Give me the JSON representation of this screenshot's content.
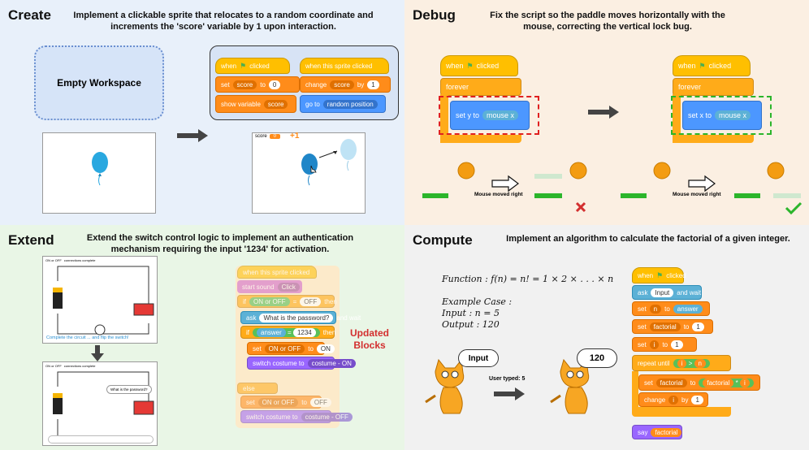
{
  "create": {
    "title": "Create",
    "desc": "Implement a clickable sprite that relocates to a random coordinate and increments the 'score' variable by 1 upon interaction.",
    "empty_workspace": "Empty Workspace",
    "script1": {
      "hat": "when",
      "hat2": "clicked",
      "set": "set",
      "var": "score",
      "to": "to",
      "val": "0",
      "show": "show variable",
      "showvar": "score"
    },
    "script2": {
      "hat": "when this sprite clicked",
      "change": "change",
      "var": "score",
      "by": "by",
      "val": "1",
      "goto": "go to",
      "pos": "random position"
    },
    "stage_score_label": "score",
    "stage_score_val": "0",
    "plus_one": "+1"
  },
  "debug": {
    "title": "Debug",
    "desc": "Fix the script so the paddle moves horizontally with the mouse, correcting the vertical lock bug.",
    "hat": "when",
    "hat2": "clicked",
    "forever": "forever",
    "bad_block": "set y to",
    "good_block": "set x to",
    "reporter": "mouse x",
    "mouse_moved": "Mouse moved right"
  },
  "extend": {
    "title": "Extend",
    "desc": "Extend the switch control logic to implement an authentication mechanism requiring the input '1234' for activation.",
    "complete_text": "Complete the circuit ... and flip the switch!",
    "question_bubble": "What is the password?",
    "var_tag1": "ON or OFF",
    "var_tag2": "connections complete",
    "blocks": {
      "hat": "when this sprite clicked",
      "sound": "start sound",
      "sound_val": "Click",
      "if": "if",
      "cond_a": "ON or OFF",
      "eq": "=",
      "cond_b": "OFF",
      "then": "then",
      "ask": "ask",
      "ask_q": "What is the password?",
      "wait": "and wait",
      "answer": "answer",
      "ans_val": "1234",
      "set": "set",
      "set_var": "ON or OFF",
      "to": "to",
      "set_val": "ON",
      "switch": "switch costume to",
      "costume_on": "costume - ON",
      "else": "else",
      "set_val2": "OFF",
      "costume_off": "costume - OFF"
    },
    "updated": "Updated Blocks"
  },
  "compute": {
    "title": "Compute",
    "desc": "Implement an algorithm to calculate the factorial of a given integer.",
    "function_line": "Function : f(n) = n! = 1 × 2 × . . . × n",
    "example": "Example Case :",
    "input": "Input : n = 5",
    "output": "Output : 120",
    "bubble_in": "Input",
    "bubble_out": "120",
    "user_typed": "User typed: 5",
    "blocks": {
      "hat": "when",
      "hat2": "clicked",
      "ask": "ask",
      "ask_val": "Input",
      "wait": "and wait",
      "set": "set",
      "n": "n",
      "to": "to",
      "answer": "answer",
      "factorial": "factorial",
      "one": "1",
      "i": "i",
      "repeat": "repeat until",
      "gt": ">",
      "times": "*",
      "change": "change",
      "by": "by",
      "say": "say"
    }
  },
  "colors": {
    "event": "#ffbf00",
    "control": "#ffab19",
    "variable": "#ff8c1a",
    "motion": "#4c97ff",
    "looks": "#9966ff",
    "sensing": "#5cb1d6",
    "operator": "#59c059",
    "red_dash": "#e02020",
    "green_dash": "#2bb52b"
  }
}
